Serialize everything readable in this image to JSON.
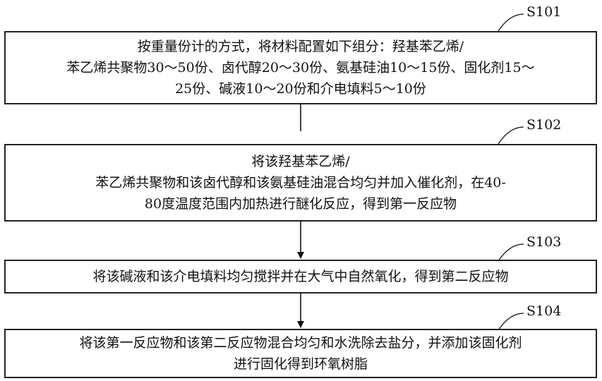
{
  "steps": [
    {
      "id": "S101",
      "lines": [
        "按重量份计的方式，将材料配置如下组分：羟基苯乙烯/",
        "苯乙烯共聚物30～50份、卤代醇20～30份、氨基硅油10～15份、固化剂15～",
        "25份、碱液10～20份和介电填料5～10份"
      ]
    },
    {
      "id": "S102",
      "lines": [
        "将该羟基苯乙烯/",
        "苯乙烯共聚物和该卤代醇和该氨基硅油混合均匀并加入催化剂，在40-",
        "80度温度范围内加热进行醚化反应，得到第一反应物"
      ]
    },
    {
      "id": "S103",
      "lines": [
        "将该碱液和该介电填料均匀搅拌并在大气中自然氧化，得到第二反应物"
      ]
    },
    {
      "id": "S104",
      "lines": [
        "将该第一反应物和该第二反应物混合均匀和水洗除去盐分，并添加该固化剂",
        "进行固化得到环氧树脂"
      ]
    }
  ]
}
